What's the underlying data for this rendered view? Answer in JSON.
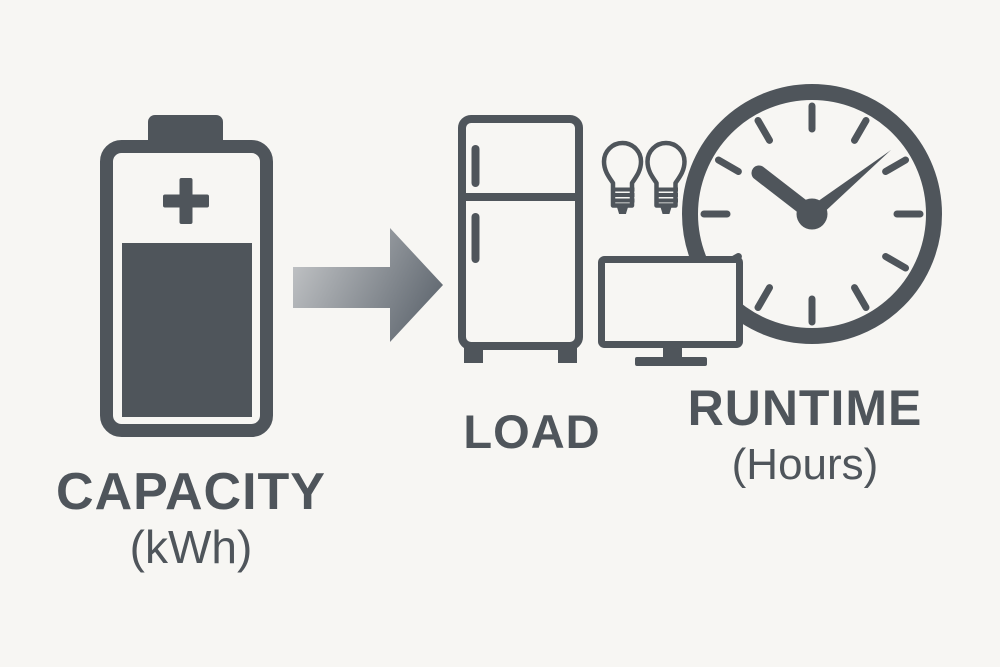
{
  "colors": {
    "background": "#f7f6f3",
    "ink": "#4f555b",
    "arrow_start": "#c4c6c8",
    "arrow_end": "#59616a"
  },
  "labels": {
    "capacity": {
      "title": "CAPACITY",
      "unit": "(kWh)"
    },
    "load": {
      "title": "LOAD"
    },
    "runtime": {
      "title": "RUNTIME",
      "unit": "(Hours)"
    }
  },
  "icons": [
    {
      "name": "battery-icon",
      "meaning": "battery with plus sign, partially filled",
      "relates_to": "CAPACITY (kWh)"
    },
    {
      "name": "right-arrow-icon",
      "meaning": "flow from capacity to load/runtime"
    },
    {
      "name": "refrigerator-icon",
      "meaning": "appliance load",
      "relates_to": "LOAD"
    },
    {
      "name": "lightbulb-icon",
      "count": 2,
      "meaning": "lighting load",
      "relates_to": "LOAD"
    },
    {
      "name": "tv-icon",
      "meaning": "television load",
      "relates_to": "LOAD"
    },
    {
      "name": "clock-icon",
      "meaning": "elapsed time",
      "hands_position": "approx 10:09",
      "relates_to": "RUNTIME (Hours)"
    }
  ]
}
